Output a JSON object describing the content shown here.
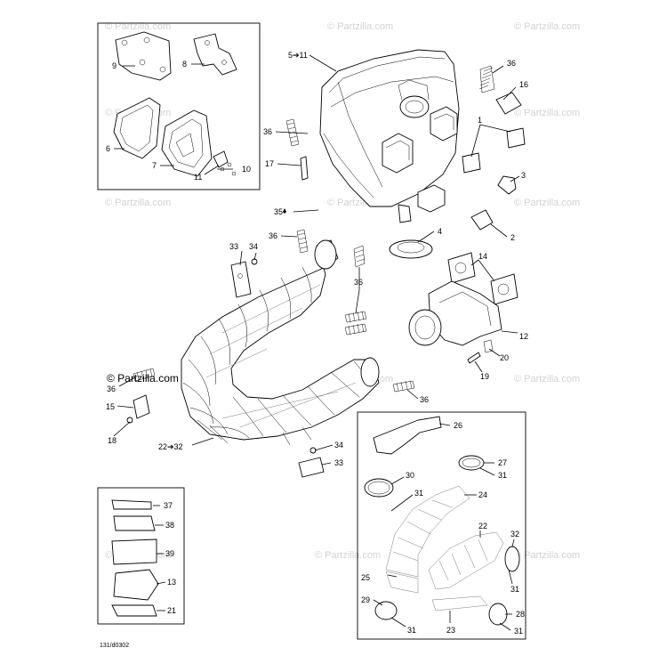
{
  "watermarks": [
    "© Partzilla.com",
    "© Partzilla.com",
    "© Partzilla.com",
    "© Partzilla.com",
    "© Partzilla.com",
    "© Partzilla.com",
    "© Partzilla.com",
    "© Partzilla.com",
    "© Partzilla.com",
    "© Partzilla.com",
    "© Partzilla.com",
    "© Partzilla.com",
    "© Partzilla.com",
    "© Partzilla.com"
  ],
  "callouts": [
    "9",
    "8",
    "6",
    "7",
    "11",
    "10",
    "5➔11",
    "36",
    "16",
    "1",
    "36",
    "17",
    "3",
    "35",
    "4",
    "2",
    "36",
    "33",
    "34",
    "14",
    "36",
    "12",
    "20",
    "19",
    "36",
    "15",
    "18",
    "22➔32",
    "36",
    "34",
    "33",
    "26",
    "27",
    "31",
    "30",
    "31",
    "24",
    "32",
    "22",
    "25",
    "31",
    "29",
    "31",
    "23",
    "28",
    "31",
    "37",
    "38",
    "39",
    "13",
    "21"
  ],
  "drawing_number": "131/d0302"
}
